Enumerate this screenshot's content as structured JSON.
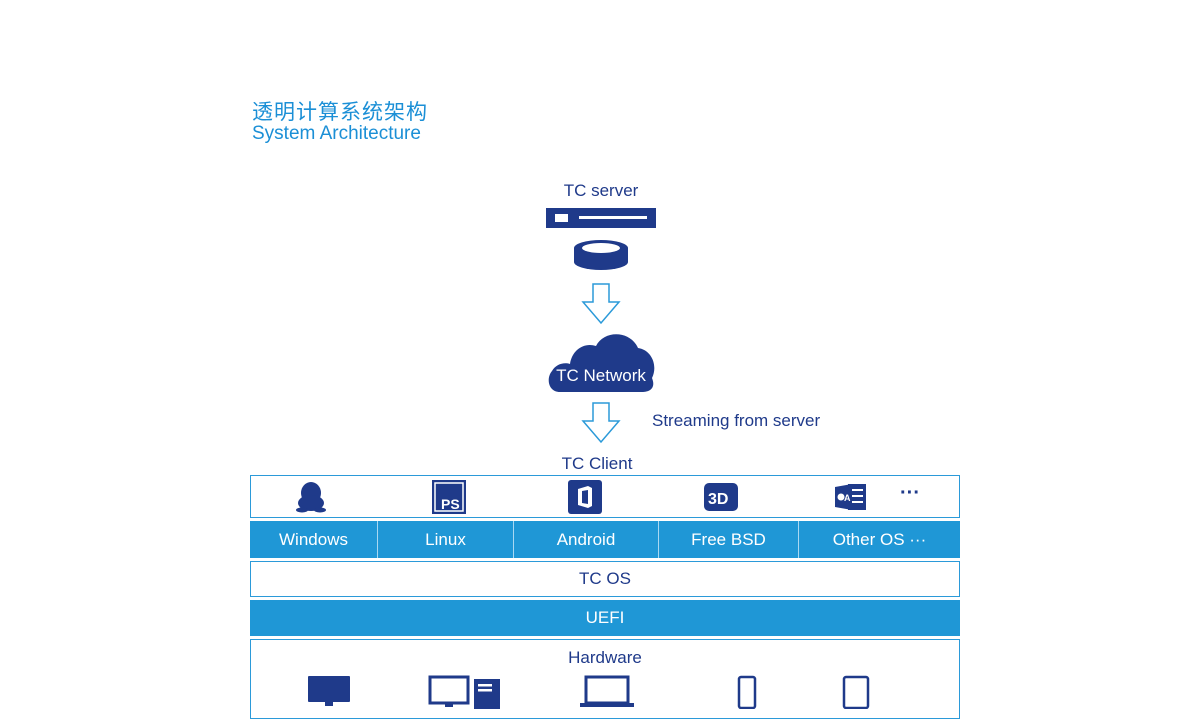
{
  "header": {
    "title_cn": "透明计算系统架构",
    "title_en": "System Architecture"
  },
  "server": {
    "label": "TC server",
    "icons": [
      "server-rack-icon",
      "storage-disk-icon"
    ]
  },
  "network": {
    "label": "TC Network",
    "icon": "cloud-icon",
    "streaming_label": "Streaming from server"
  },
  "client": {
    "label": "TC Client",
    "app_icons": [
      "qq-penguin-icon",
      "photoshop-icon",
      "office-icon",
      "3d-icon",
      "outlook-icon",
      "more-dots-icon"
    ],
    "more_label": "···",
    "os_list": [
      "Windows",
      "Linux",
      "Android",
      "Free BSD",
      "Other OS ···"
    ]
  },
  "layers": {
    "tc_os": "TC OS",
    "uefi": "UEFI",
    "hardware": "Hardware"
  },
  "hardware_icons": [
    "monitor-icon",
    "desktop-pc-icon",
    "laptop-icon",
    "phone-icon",
    "tablet-icon"
  ],
  "colors": {
    "dark_blue": "#1f3a8a",
    "accent_blue": "#1f97d6",
    "title_blue": "#1b8fd6"
  }
}
